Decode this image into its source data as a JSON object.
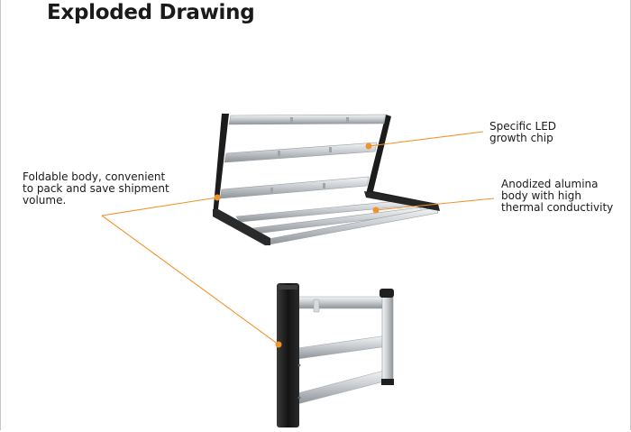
{
  "title": "Exploded Drawing",
  "callouts": {
    "foldable": [
      "Foldable  body, convenient",
      "to pack and save shipment",
      "volume."
    ],
    "led": [
      "Specific LED",
      "growth chip"
    ],
    "anodized": [
      "Anodized alumina",
      "body with high",
      "thermal conductivity"
    ]
  },
  "colors": {
    "leader_line": "#f0932b",
    "frame_black": "#1c1c1c",
    "bar_aluminum": "#d9dcdf"
  }
}
